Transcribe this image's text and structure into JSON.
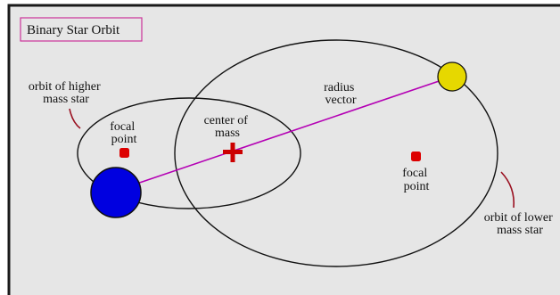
{
  "title": "Binary Star Orbit",
  "labels": {
    "orbit_higher": [
      "orbit of higher",
      "mass star"
    ],
    "focal_point_left": [
      "focal",
      "point"
    ],
    "center_of_mass": [
      "center of",
      "mass"
    ],
    "radius_vector": [
      "radius",
      "vector"
    ],
    "focal_point_right": [
      "focal",
      "point"
    ],
    "orbit_lower": [
      "orbit of lower",
      "mass star"
    ]
  },
  "colors": {
    "background": "#e6e6e6",
    "border": "#1a1a1a",
    "title_border": "#cc3399",
    "orbit": "#111111",
    "higher_mass_star": "#0000e0",
    "lower_mass_star": "#e6d800",
    "radius_vector": "#b400b4",
    "focal_point": "#dd0000",
    "center_of_mass": "#cc0000",
    "leader_line": "#9a1020"
  }
}
